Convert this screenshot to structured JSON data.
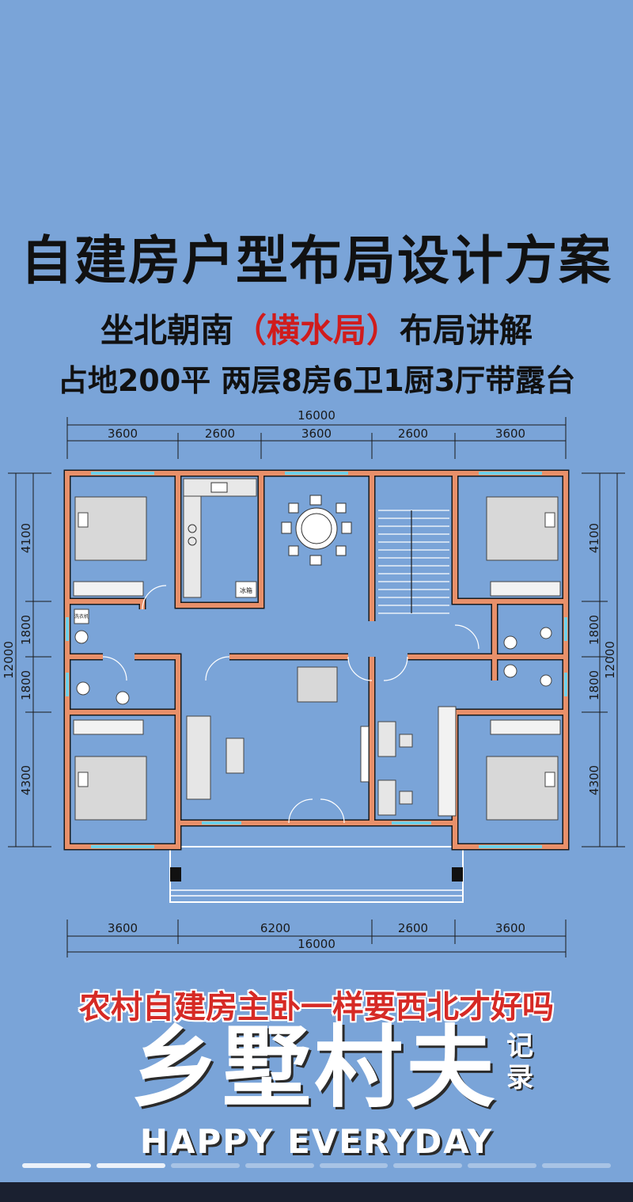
{
  "header": {
    "title": "自建房户型布局设计方案",
    "subtitle_prefix": "坐北朝南",
    "subtitle_highlight": "（横水局）",
    "subtitle_suffix": "布局讲解",
    "spec": "占地200平  两层8房6卫1厨3厅带露台"
  },
  "plan": {
    "top_total": "16000",
    "top_dims": [
      "3600",
      "2600",
      "3600",
      "2600",
      "3600"
    ],
    "bottom_dims": [
      "3600",
      "6200",
      "2600",
      "3600"
    ],
    "bottom_total": "16000",
    "left_dims": [
      "4100",
      "1800",
      "1800",
      "4300"
    ],
    "left_total": "12000",
    "right_dims": [
      "4100",
      "1800",
      "1800",
      "4300"
    ],
    "right_total": "12000",
    "fridge_label": "冰箱",
    "small_label": "洗衣机",
    "wall_color": "#e8906a",
    "window_color": "#6fd0e8"
  },
  "footer": {
    "question": "农村自建房主卧一样要西北才好吗",
    "brand": "乡墅村夫",
    "brand_side_1": "记",
    "brand_side_2": "录",
    "tagline": "HAPPY EVERYDAY"
  },
  "progress": {
    "segments": 8,
    "completed": 2
  }
}
